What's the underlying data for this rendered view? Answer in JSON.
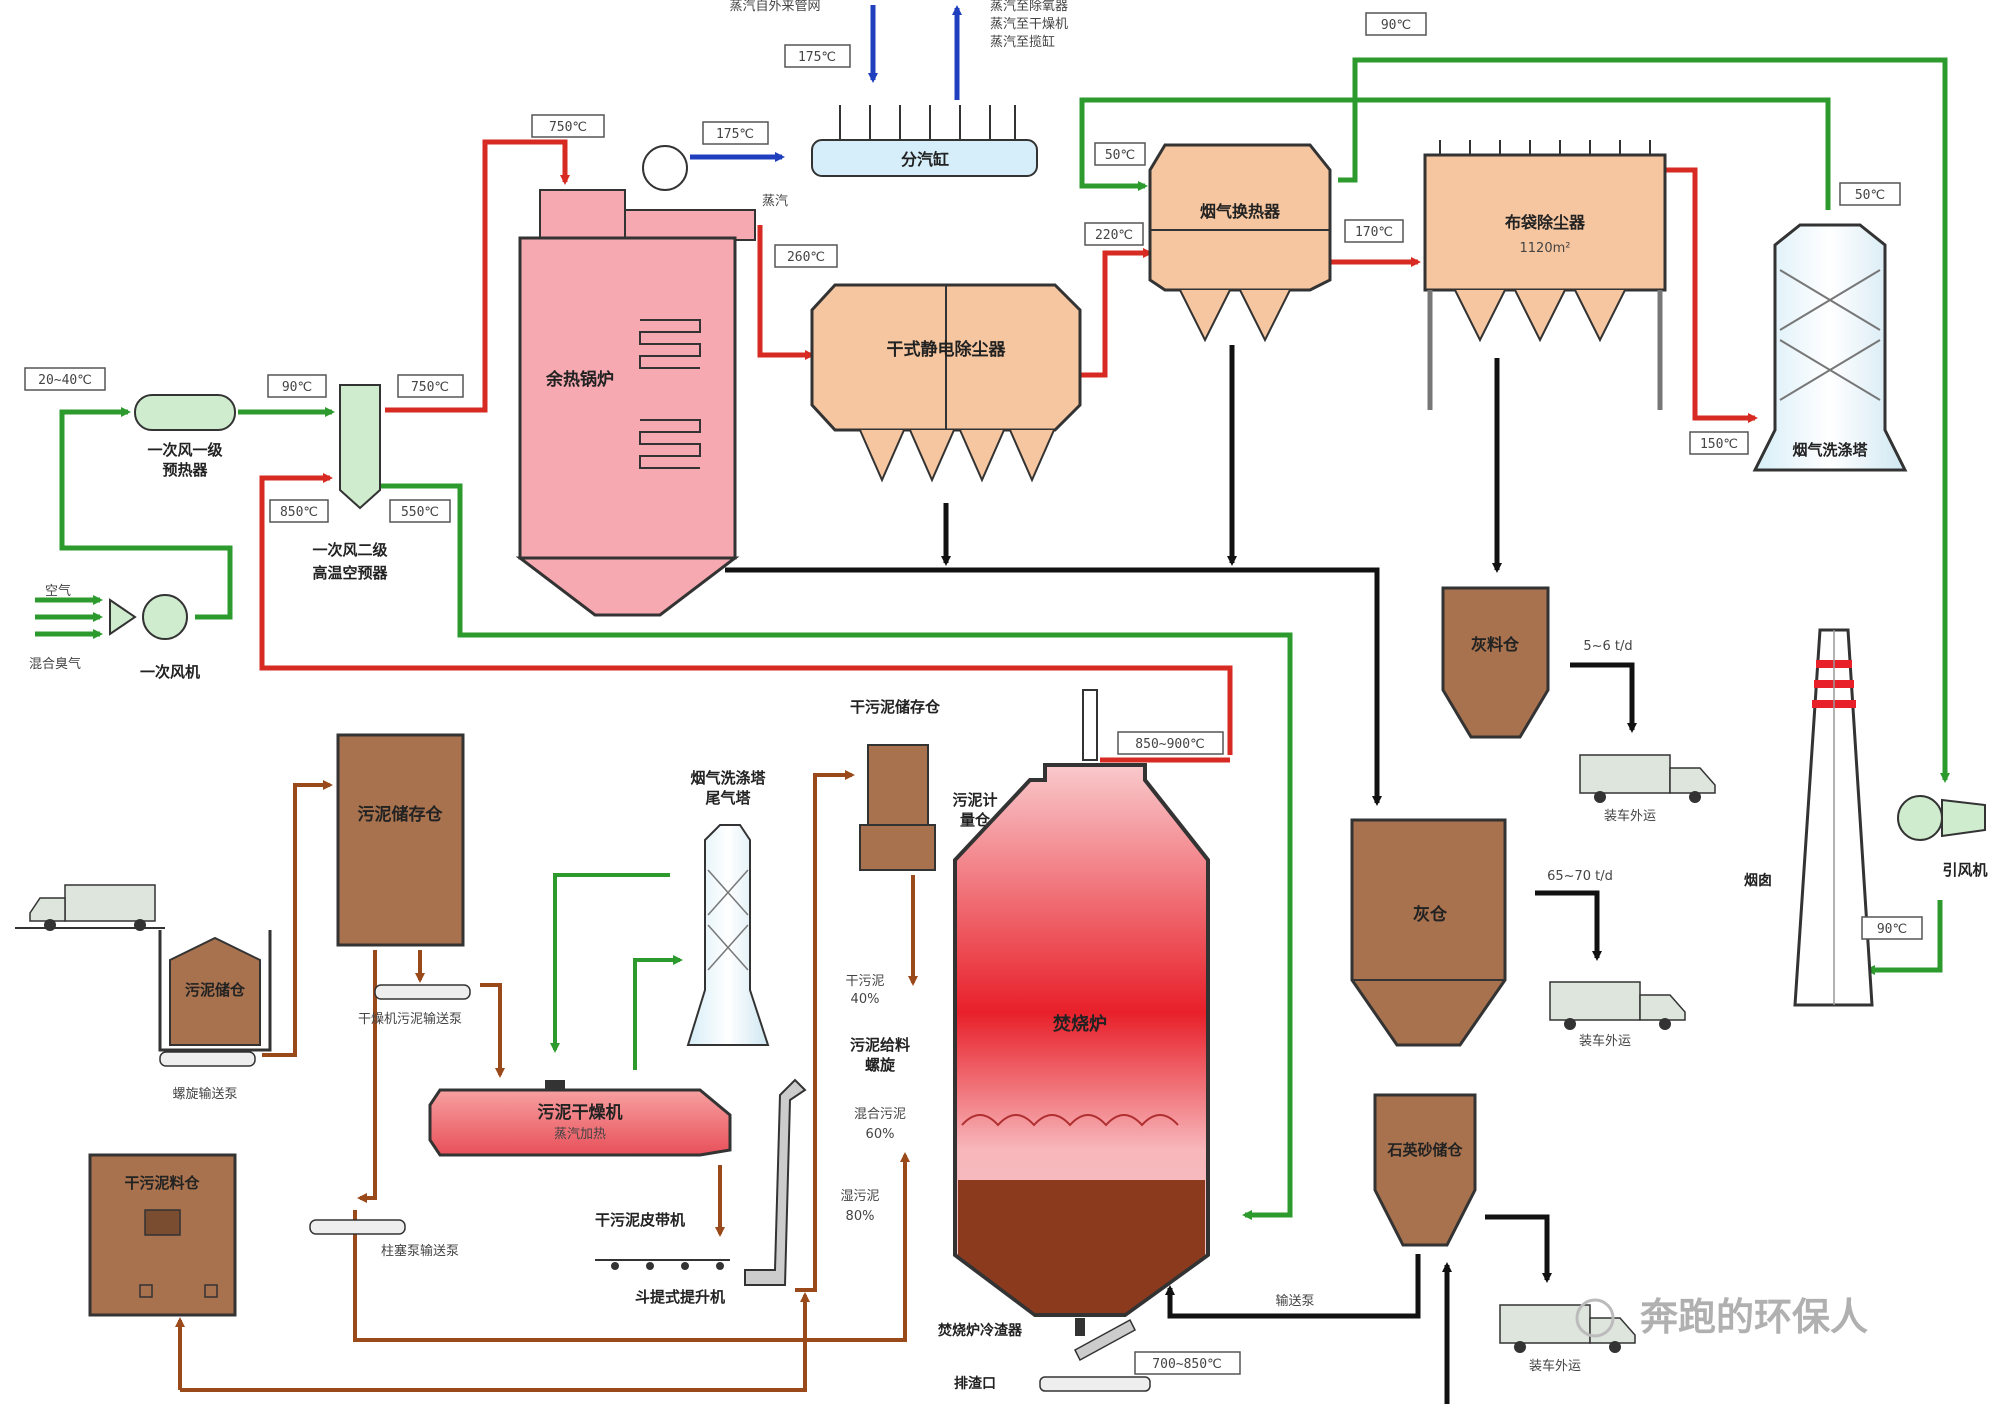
{
  "title": "",
  "colors": {
    "hot_gas": "#d62a22",
    "air_flow": "#2c9a2c",
    "steam": "#1f3fbf",
    "material": "#9a4a1a",
    "solids": "#111111",
    "peach": "#f6c6a0",
    "brown": "#a8724e",
    "furnace_red": "#e8202a",
    "boiler_pink": "#f6a9b0"
  },
  "labels": {
    "steam_drum": "分汽缸",
    "steam_in": "蒸汽自外来管网",
    "steam_out_1": "蒸汽至除氧器",
    "steam_out_2": "蒸汽至干燥机",
    "steam_out_3": "蒸汽至揽缸",
    "waste_heat_boiler": "余热锅炉",
    "steam_label": "蒸汽",
    "dry_esp": "干式静电除尘器",
    "flue_gas_heat_exchanger": "烟气换热器",
    "bag_filter": "布袋除尘器",
    "bag_filter_area": "1120m²",
    "flue_gas_scrubber": "烟气洗涤塔",
    "primary_air_preheater_1": "一次风一级",
    "primary_air_preheater_2": "预热器",
    "primary_air_heater_1": "一次风二级",
    "primary_air_heater_2": "高温空预器",
    "primary_fan": "一次风机",
    "air_in": "空气",
    "mixed_odor_in": "混合臭气",
    "fly_ash_bin": "灰料仓",
    "ash_bin": "灰仓",
    "fly_ash_rate": "5~6 t/d",
    "ash_rate": "65~70 t/d",
    "truck_out_1": "装车外运",
    "truck_out_2": "装车外运",
    "truck_out_3": "装车外运",
    "induced_fan": "引风机",
    "chimney": "烟囱",
    "chimney_height": "",
    "quartz_sand_bin": "石英砂储仓",
    "conveyor": "输送泵",
    "sludge_storage_bin": "污泥储存仓",
    "wet_sludge_bin": "污泥储仓",
    "screw_conveyor": "螺旋输送泵",
    "wet_conveyor": "干燥机污泥输送泵",
    "plunger_pump": "柱塞泵输送泵",
    "sludge_dryer_1": "污泥干燥机",
    "sludge_dryer_2": "蒸汽加热",
    "dry_sludge_store": "干污泥储存仓",
    "metering_bin_1": "污泥计",
    "metering_bin_2": "量仓",
    "scrubber2_1": "烟气洗涤塔",
    "scrubber2_2": "尾气塔",
    "incinerator": "焚烧炉",
    "dry_sludge_pct": "干污泥",
    "dry_sludge_pct_val": "40%",
    "feeder_1": "污泥给料",
    "feeder_2": "螺旋",
    "mixed_sludge": "混合污泥",
    "mixed_sludge_val": "60%",
    "wet_sludge_pct": "湿污泥",
    "wet_sludge_pct_val": "80%",
    "belt_conveyor": "干污泥皮带机",
    "bucket_elevator": "斗提式提升机",
    "dry_material_bin": "干污泥料仓",
    "slag_cooler": "焚烧炉冷渣器",
    "slag_outlet": "排渣口",
    "watermark": "奔跑的环保人"
  },
  "temps": {
    "t_air_in": "20~40℃",
    "t_after_preheat": "90℃",
    "t_hot_air": "750℃",
    "t_hot_air_2": "850℃",
    "t_air_return": "550℃",
    "t_boiler_in": "750℃",
    "t_steam": "175℃",
    "t_steam_in": "175℃",
    "t_boiler_out": "260℃",
    "t_hx_in": "220℃",
    "t_hx_cold": "50℃",
    "t_hx_out": "170℃",
    "t_top_return": "90℃",
    "t_scrubber_top": "50℃",
    "t_scrubber_in": "150℃",
    "t_fan_out": "90℃",
    "t_furnace_top": "850~900℃",
    "t_furnace_bottom": "700~850℃"
  }
}
